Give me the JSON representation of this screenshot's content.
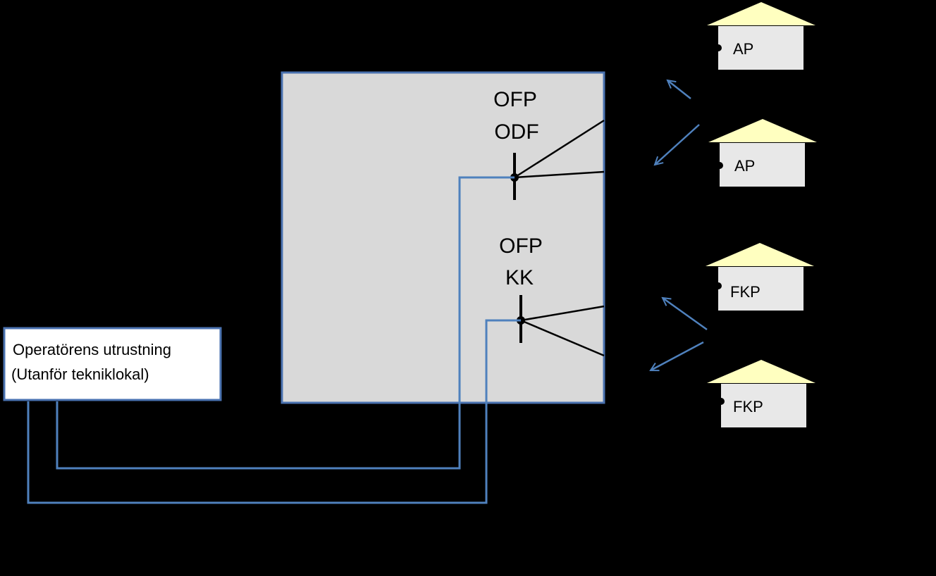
{
  "colors": {
    "background": "#000000",
    "room_fill": "#d9d9d9",
    "room_border": "#4a72b0",
    "cable": "#4f81bd",
    "roof": "#ffffc0",
    "house_wall": "#e8e8e8",
    "operator_box": "#ffffff"
  },
  "odf": {
    "line1": "OFP",
    "line2": "ODF"
  },
  "kk": {
    "line1": "OFP",
    "line2": "KK"
  },
  "operator": {
    "line1": "Operatörens utrustning",
    "line2": "(Utanför tekniklokal)"
  },
  "houses": [
    {
      "label": "AP"
    },
    {
      "label": "AP"
    },
    {
      "label": "FKP"
    },
    {
      "label": "FKP"
    }
  ],
  "icons": [
    "connector-dot-icon",
    "arrow-icon",
    "house-icon"
  ]
}
